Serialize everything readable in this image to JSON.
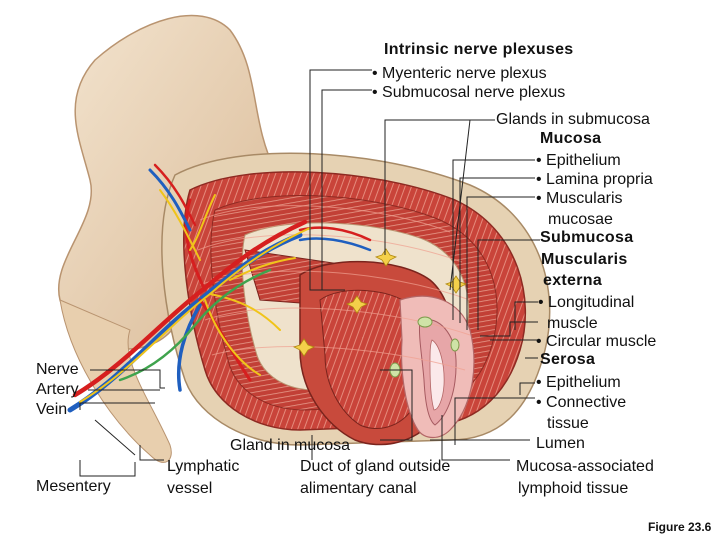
{
  "title": "Intrinsic nerve plexuses",
  "labels": {
    "myenteric": "• Myenteric nerve plexus",
    "submucosal_plexus": "• Submucosal nerve plexus",
    "glands_submucosa": "Glands in submucosa",
    "mucosa": "Mucosa",
    "epithelium1": "• Epithelium",
    "lamina_propria": "• Lamina propria",
    "muscularis_mucosae_1": "• Muscularis",
    "muscularis_mucosae_2": "mucosae",
    "submucosa": "Submucosa",
    "muscularis_externa_1": "Muscularis",
    "muscularis_externa_2": "externa",
    "longitudinal_1": "• Longitudinal",
    "longitudinal_2": "muscle",
    "circular": "• Circular muscle",
    "serosa": "Serosa",
    "epithelium2": "• Epithelium",
    "connective_1": "• Connective",
    "connective_2": "tissue",
    "lumen": "Lumen",
    "malt_1": "Mucosa-associated",
    "malt_2": "lymphoid tissue",
    "duct_1": "Duct of gland outside",
    "duct_2": "alimentary canal",
    "gland_mucosa": "Gland in mucosa",
    "lymphatic_1": "Lymphatic",
    "lymphatic_2": "vessel",
    "nerve": "Nerve",
    "artery": "Artery",
    "vein": "Vein",
    "mesentery": "Mesentery"
  },
  "figure_number": "Figure 23.6",
  "colors": {
    "muscle": "#c9443a",
    "muscle_light": "#e2897a",
    "mesentery": "#e9d2b8",
    "submucosa": "#efe2cc",
    "lumen": "#e7a6a8",
    "artery": "#d61f1f",
    "vein": "#1f5fbf",
    "nerve": "#f0c419",
    "lymphatic": "#3fa34d",
    "leader_line": "#222222"
  }
}
